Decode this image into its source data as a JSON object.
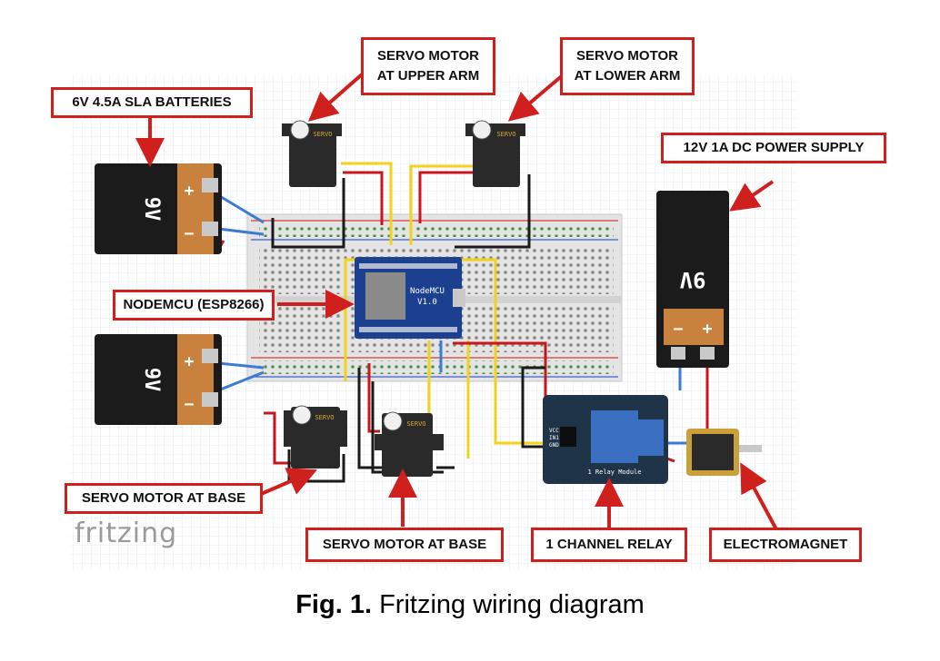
{
  "labels": {
    "sla_batteries": "6V 4.5A  SLA BATTERIES",
    "servo_upper": "SERVO MOTOR\nAT UPPER ARM",
    "servo_lower": "SERVO MOTOR\nAT LOWER ARM",
    "power_supply": "12V  1A DC POWER SUPPLY",
    "nodemcu": "NODEMCU (ESP8266)",
    "servo_base_left": "SERVO MOTOR AT BASE",
    "servo_base_right": "SERVO MOTOR AT BASE",
    "relay": "1 CHANNEL RELAY",
    "electromagnet": "ELECTROMAGNET"
  },
  "components": {
    "battery_text": "9V",
    "battery_plus": "+",
    "battery_minus": "−",
    "servo_text": "SERVO",
    "nodemcu_line1": "NodeMCU",
    "nodemcu_line2": "V1.0",
    "relay_title": "1 Relay Module",
    "relay_pins": [
      "VCC",
      "IN1",
      "GND"
    ],
    "fritzing_logo": "fritzing"
  },
  "caption": {
    "fig_label": "Fig. 1.",
    "text": " Fritzing wiring diagram"
  },
  "colors": {
    "label_border": "#d0201e",
    "arrow": "#d0201e",
    "wire_yellow": "#f2d21a",
    "wire_red": "#c8161d",
    "wire_blue": "#3b7bd3",
    "wire_black": "#1a1a1a",
    "board_blue": "#1d3f8f",
    "relay_board": "#1f3448",
    "battery_orange": "#c9823e"
  }
}
